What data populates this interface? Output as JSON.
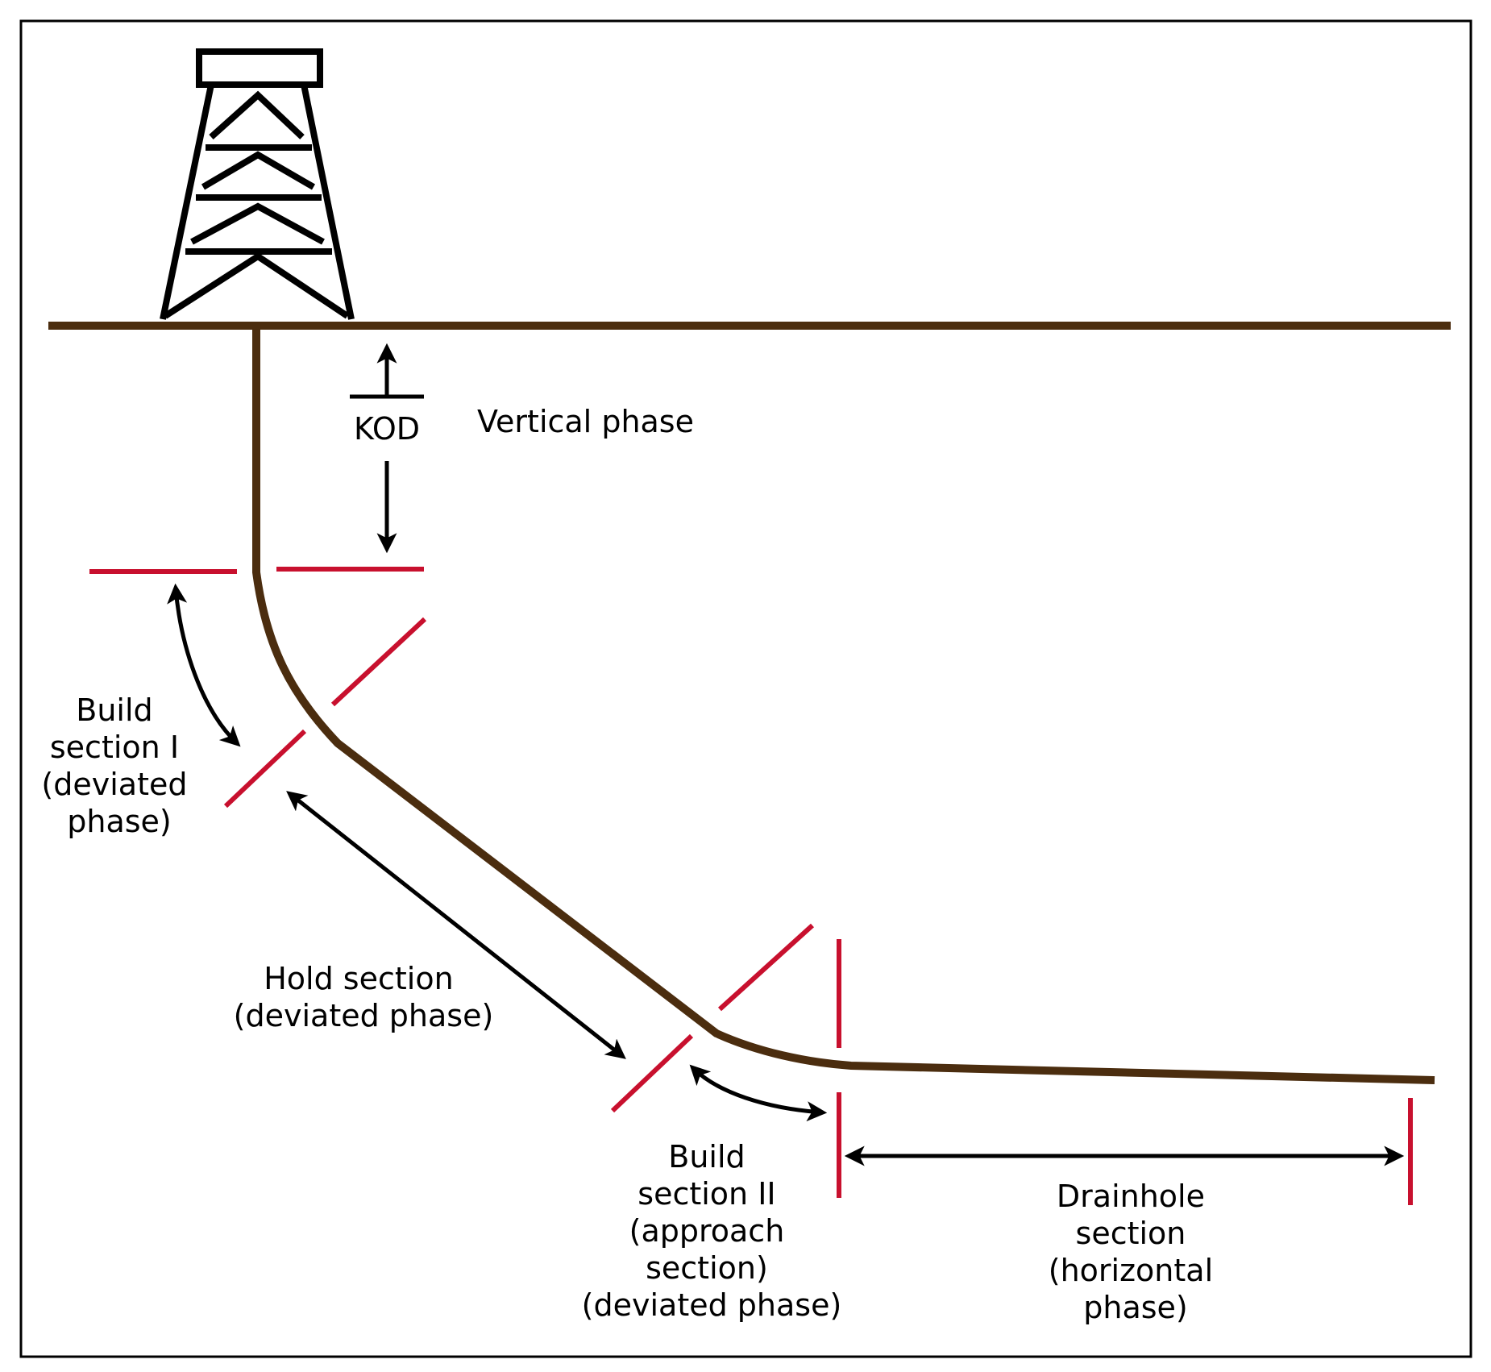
{
  "colors": {
    "well_path": "#4b2d0f",
    "section_marker": "#c8102e",
    "ink": "#000000",
    "background": "#ffffff"
  },
  "icons": {
    "rig": "drilling-rig-derrick-icon"
  },
  "labels": {
    "kod": "KOD",
    "vertical_phase": "Vertical phase",
    "build_section_1": [
      "Build",
      "section I",
      "(deviated",
      "phase)"
    ],
    "hold_section": [
      "Hold section",
      "(deviated phase)"
    ],
    "build_section_2": [
      "Build",
      "section II",
      "(approach",
      "section)",
      "(deviated phase)"
    ],
    "drainhole_section": [
      "Drainhole",
      "section",
      "(horizontal",
      "phase)"
    ]
  }
}
